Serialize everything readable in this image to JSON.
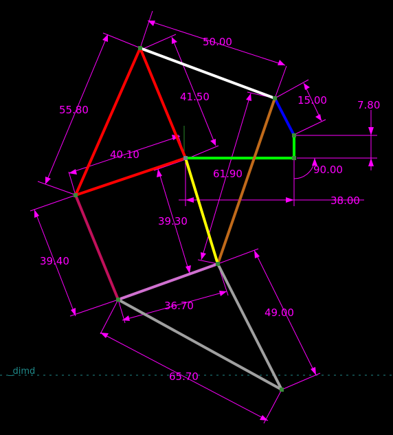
{
  "colors": {
    "background": "#000000",
    "dimension": "#ff00ff",
    "node": "#3a8a3a",
    "layer_line": "#1f8a8a"
  },
  "layer_label": "_dimd",
  "dimensions": {
    "d_50_00": "50.00",
    "d_55_80": "55.80",
    "d_41_50": "41.50",
    "d_15_00": "15.00",
    "d_7_80": "7.80",
    "d_40_10": "40.10",
    "d_61_90": "61.90",
    "d_90_00": "90.00",
    "d_38_00": "38.00",
    "d_39_30": "39.30",
    "d_39_40": "39.40",
    "d_36_70": "36.70",
    "d_49_00": "49.00",
    "d_65_70": "65.70"
  },
  "links": [
    {
      "name": "white-link",
      "color": "#ffffff"
    },
    {
      "name": "red-link",
      "color": "#ff0000"
    },
    {
      "name": "blue-link",
      "color": "#0000ff"
    },
    {
      "name": "green-link",
      "color": "#00ff00"
    },
    {
      "name": "orange-link",
      "color": "#c06a1a"
    },
    {
      "name": "yellow-link",
      "color": "#ffff00"
    },
    {
      "name": "crimson-link",
      "color": "#c0105a"
    },
    {
      "name": "gray-link",
      "color": "#a0a0a0"
    },
    {
      "name": "pink-link",
      "color": "#d070d0"
    }
  ]
}
